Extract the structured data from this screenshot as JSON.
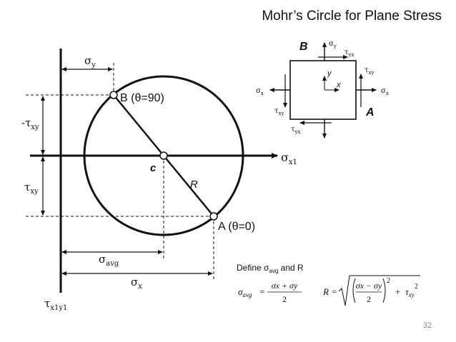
{
  "slide": {
    "title": "Mohr’s Circle for Plane Stress",
    "page_number": "32"
  },
  "mohr": {
    "sigma_y": "σ",
    "sigma_y_sub": "y",
    "neg_tau_xy": "-τ",
    "neg_tau_xy_sub": "xy",
    "tau_xy": "τ",
    "tau_xy_sub": "xy",
    "point_b": "B (θ=90)",
    "center": "c",
    "radius": "R",
    "point_a": "A (θ=0)",
    "sigma_x1": "σ",
    "sigma_x1_sub": "x1",
    "sigma_avg": "σ",
    "sigma_avg_sub": "avg",
    "sigma_x": "σ",
    "sigma_x_sub": "x",
    "tau_x1y1": "τ",
    "tau_x1y1_sub": "x1y1"
  },
  "element": {
    "label_b": "B",
    "label_a": "A",
    "y_axis": "y",
    "x_axis": "x",
    "sigma": "σ",
    "tau": "τ",
    "sub_x": "x",
    "sub_y": "y",
    "sub_xy": "xy",
    "sub_yx": "yx"
  },
  "formulas": {
    "define_text": "Define σ",
    "define_sub": "avg",
    "define_tail": " and R",
    "avg_lhs": "σ",
    "avg_lhs_sub": "avg",
    "eq": "=",
    "avg_num": "σx + σy",
    "avg_den": "2",
    "r_lhs": "R =",
    "r_num": "σx − σy",
    "r_den": "2",
    "exp": "2",
    "plus": "+",
    "r_tau": "τ",
    "r_tau_sub": "xy",
    "r_tau_exp": "2"
  }
}
